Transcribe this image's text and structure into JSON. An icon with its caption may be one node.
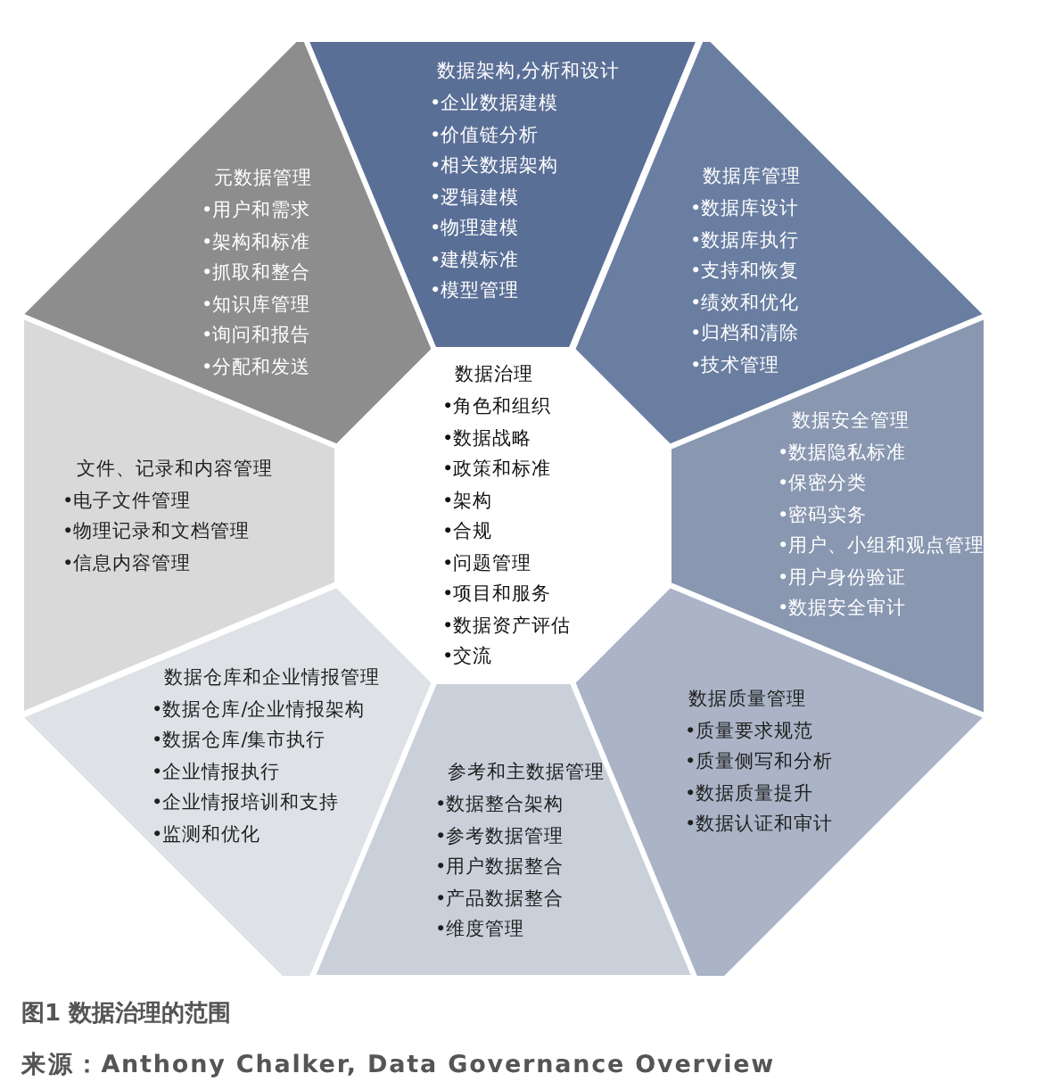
{
  "diagram": {
    "caption": "图1 数据治理的范围",
    "nodes": [
      {
        "text": [
          "数据架构,分析和设计",
          "•企业数据建模",
          "•价值链分析",
          "•相关数据架构",
          "•逻辑建模",
          "•物理建模",
          "•建模标准",
          "•模型管理"
        ]
      },
      {
        "text": [
          "元数据管理",
          "•用户和需求",
          "•架构和标准",
          "•抓取和整合",
          "•知识库管理",
          "•询问和报告",
          "•分配和发送"
        ]
      },
      {
        "text": [
          "数据库管理",
          "•数据库设计",
          "•数据库执行",
          "•支持和恢复",
          "•绩效和优化",
          "•归档和清除",
          "•技术管理"
        ]
      },
      {
        "text": [
          "数据治理",
          "•角色和组织",
          "•数据战略",
          "•政策和标准",
          "•架构",
          "•合规",
          "•问题管理",
          "•项目和服务",
          "•数据资产评估",
          "•交流"
        ]
      },
      {
        "text": [
          "数据安全管理",
          "•数据隐私标准",
          "•保密分类",
          "•密码实务",
          "•用户、小组和观点管理",
          "•用户身份验证",
          "•数据安全审计"
        ]
      },
      {
        "text": [
          "文件、记录和内容管理",
          "•电子文件管理",
          "•物理记录和文档管理",
          "•信息内容管理"
        ]
      },
      {
        "text": [
          "数据仓库和企业情报管理",
          "•数据仓库/企业情报架构",
          "•数据仓库/集市执行",
          "•企业情报执行",
          "•企业情报培训和支持",
          "•监测和优化"
        ]
      },
      {
        "text": [
          "数据质量管理",
          "•质量要求规范",
          "•质量侧写和分析",
          "•数据质量提升",
          "•数据认证和审计"
        ]
      },
      {
        "text": [
          "参考和主数据管理",
          "•数据整合架构",
          "•参考数据管理",
          "•用户数据整合",
          "•产品数据整合",
          "•维度管理"
        ]
      }
    ],
    "labels": [
      "来源：Anthony Chalker, Data Governance Overview"
    ]
  }
}
